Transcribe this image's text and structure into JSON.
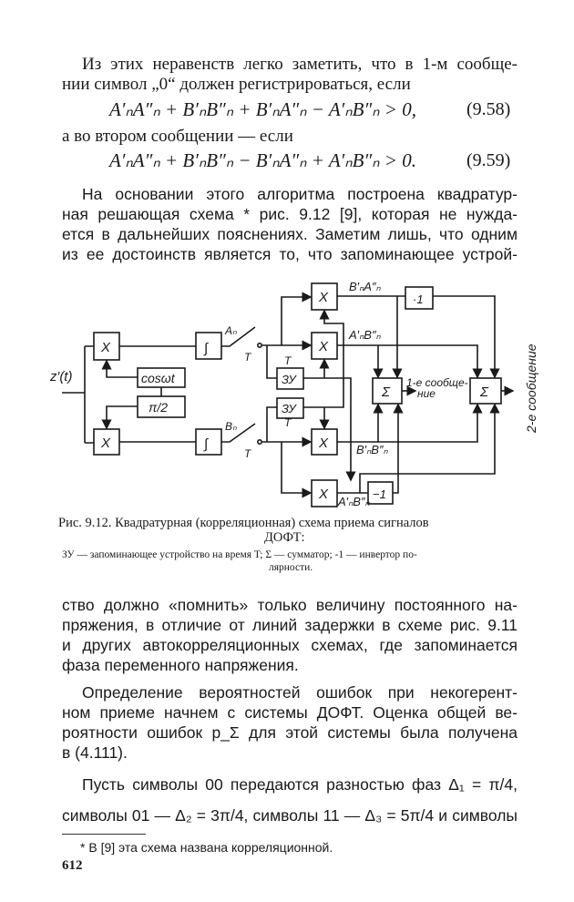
{
  "paragraph1": [
    "Из этих неравенств легко заметить, что в 1-м сообще-",
    "нии символ „0“ должен регистрироваться, если"
  ],
  "equation_9_58": {
    "expr": "A′ₙA″ₙ + B′ₙB″ₙ + B′ₙA″ₙ − A′ₙB″ₙ > 0,",
    "number": "(9.58)"
  },
  "between_eq": "а во втором сообщении — если",
  "equation_9_59": {
    "expr": "A′ₙA″ₙ + B′ₙB″ₙ − B′ₙA″ₙ + A′ₙB″ₙ > 0.",
    "number": "(9.59)"
  },
  "paragraph2": [
    "На основании этого алгоритма построена квадратур-",
    "ная решающая схема * рис. 9.12 [9], которая не нужда-",
    "ется в дальнейших пояснениях. Заметим лишь, что одним",
    "из ее достоинств является то, что запоминающее устрой-"
  ],
  "figure": {
    "input": "z′(t)",
    "multiplier": "X",
    "cos": "cosωt",
    "phase": "π/2",
    "integrator": "∫",
    "sample_a": "Aₙ",
    "sample_b": "Bₙ",
    "T": "T",
    "memory": "ЗУ",
    "sum": "Σ",
    "inverter_top": "·1",
    "inverter_bottom": "−1",
    "prod1": "B′ₙA″ₙ",
    "prod2": "A′ₙB″ₙ",
    "prod3": "B′ₙB″ₙ",
    "prod4": "A′ₙB″ₙ",
    "out1_a": "1-е сообще-",
    "out1_b": "ние",
    "out2": "2-е сообщение"
  },
  "caption": {
    "title_a": "Рис. 9.12. Квадратурная (корреляционная) схема приема сигналов",
    "title_b": "ДОФТ:",
    "legend_a": "ЗУ — запоминающее устройство на время T; Σ — сумматор; -1 — инвертор по-",
    "legend_b": "лярности."
  },
  "paragraph3": [
    "ство должно «помнить» только величину постоянного на-",
    "пряжения, в отличие от линий задержки в схеме рис. 9.11",
    "и других автокорреляционных схемах, где запоминается",
    "фаза переменного напряжения."
  ],
  "paragraph4": [
    "Определение вероятностей ошибок при некогерент-",
    "ном приеме начнем с системы ДОФТ. Оценка общей ве-",
    "роятности ошибок p_Σ для этой системы была получена",
    "в (4.111)."
  ],
  "paragraph5": [
    "Пусть символы 00 передаются разностью фаз Δ₁ = π/4,",
    "символы 01 — Δ₂ = 3π/4, символы 11 — Δ₃ = 5π/4 и символы"
  ],
  "footnote": "* В [9] эта схема названа корреляционной.",
  "page_number": "612"
}
